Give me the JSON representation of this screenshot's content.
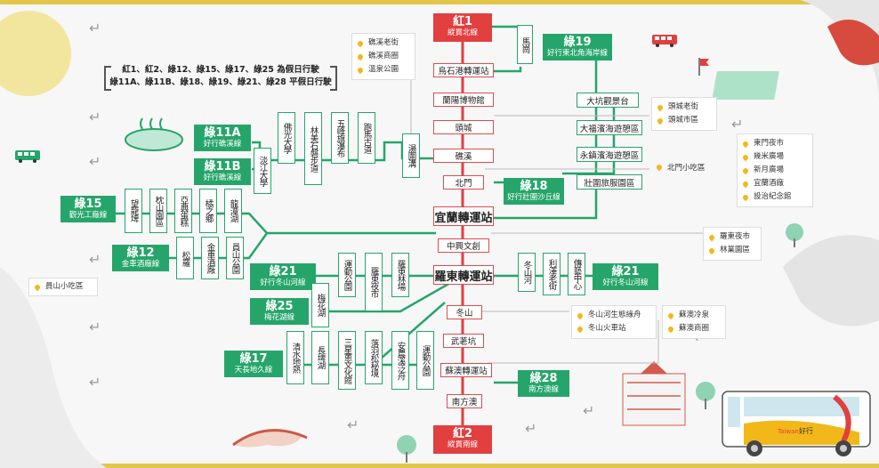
{
  "notice": {
    "line1": "紅1、紅2、綠12、綠15、綠17、綠25 為假日行駛",
    "line2": "綠11A、綠11B、綠18、綠19、綠21、綠28 平假日行駛"
  },
  "colors": {
    "green": "#26a56a",
    "red": "#e23f3f",
    "gold": "#e2c64a",
    "pin": "#f2b81a"
  },
  "red_routes": {
    "r1": {
      "code": "紅1",
      "name": "縱貫北線"
    },
    "r2": {
      "code": "紅2",
      "name": "縱貫南線"
    }
  },
  "red_stops": [
    "烏石港轉運站",
    "蘭陽博物館",
    "頭城",
    "礁溪",
    "北門",
    "宜蘭轉運站",
    "中興文創",
    "羅東轉運站",
    "冬山",
    "武荖坑",
    "蘇澳轉運站",
    "南方澳"
  ],
  "green_routes": {
    "g19": {
      "code": "綠19",
      "name": "好行東北角海岸線"
    },
    "g11a": {
      "code": "綠11A",
      "name": "好行礁溪線"
    },
    "g11b": {
      "code": "綠11B",
      "name": "好行礁溪線"
    },
    "g18": {
      "code": "綠18",
      "name": "好行壯圍沙丘線"
    },
    "g15": {
      "code": "綠15",
      "name": "觀光工廠線"
    },
    "g12": {
      "code": "綠12",
      "name": "金車酒廠線"
    },
    "g21a": {
      "code": "綠21",
      "name": "好行冬山河線"
    },
    "g21b": {
      "code": "綠21",
      "name": "好行冬山河線"
    },
    "g25": {
      "code": "綠25",
      "name": "梅花湖線"
    },
    "g17": {
      "code": "綠17",
      "name": "天長地久線"
    },
    "g28": {
      "code": "綠28",
      "name": "南方澳線"
    }
  },
  "green_stops": {
    "mashang": "馬崗",
    "dakeng": "大坑觀景台",
    "dafu": "大福濱海遊憩區",
    "yongzhen": "永鎮濱海遊憩區",
    "zhuangwei": "壯圍旅服園區",
    "tanwei": "湯圍溝",
    "paoma": "跑馬古道",
    "wufeng": "五峰旗瀑布",
    "linmei": "林美石磐步道",
    "foguang": "佛光大學",
    "danjiang": "淡江大學",
    "wanglong": "望龍埤",
    "zhenshan": "枕山園區",
    "yadian": "亞典蛋糕",
    "yangzhi": "橘之鄉",
    "longtan": "龍潭湖",
    "songluo": "松羅",
    "jinche": "金車酒廠",
    "yuanshan": "員山公園",
    "yundong1": "運動公園",
    "luodongnight": "羅東夜市",
    "luodonglin": "羅東林場",
    "meihua": "梅花湖",
    "dongshanhe": "冬山河",
    "lize": "利澤老街",
    "chuanyi": "傳藝中心",
    "qingshui": "清水地熱",
    "changpi": "長埤湖",
    "sanxing": "三星蔥文化館",
    "luoyu": "落羽松秘境",
    "anno": "安農溪泛舟",
    "yundong2": "運動公園"
  },
  "poi": {
    "jiaoxi": [
      "礁溪老街",
      "礁溪商圈",
      "溫泉公園"
    ],
    "toucheng": [
      "頭城老街",
      "頭城市區"
    ],
    "beimen": "北門小吃區",
    "yilan": [
      "東門夜市",
      "幾米廣場",
      "新月廣場",
      "宜蘭酒廠",
      "設治紀念館"
    ],
    "luodong": [
      "羅東夜市",
      "林業園區"
    ],
    "yuanshan": "員山小吃區",
    "dongshan": [
      "冬山河生態綠舟",
      "冬山火車站"
    ],
    "suao": [
      "蘇澳冷泉",
      "蘇澳商圈"
    ]
  },
  "icons": {
    "return": "return-arrow-icon",
    "pin": "map-pin-icon",
    "bus": "bus-icon",
    "flag": "flag-icon",
    "hotspring": "hot-spring-icon",
    "tree": "tree-icon"
  },
  "bus_badge": "Taiwan",
  "bus_brand": "好行"
}
